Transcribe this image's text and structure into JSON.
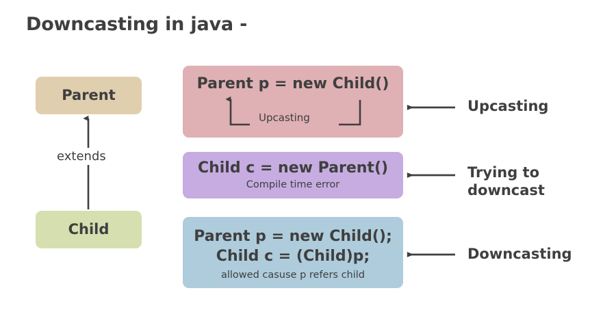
{
  "page": {
    "title": "Downcasting in java -",
    "background": "#ffffff",
    "text_color": "#3f3f3f"
  },
  "hierarchy": {
    "parent": {
      "label": "Parent",
      "color": "#dfcfae"
    },
    "child": {
      "label": "Child",
      "color": "#d6dfb0"
    },
    "relation_label": "extends",
    "arrow_direction": "child-to-parent"
  },
  "code_boxes": [
    {
      "id": "upcast",
      "color": "#dfb0b4",
      "code": "Parent p = new Child()",
      "note": "Upcasting",
      "note_style": "bracket-caption"
    },
    {
      "id": "trying",
      "color": "#c6ace0",
      "code": "Child c = new Parent()",
      "note": "Compile time error",
      "note_style": "subtext"
    },
    {
      "id": "downcast",
      "color": "#aeccdc",
      "code_line_1": "Parent p = new Child();",
      "code_line_2": "Child c = (Child)p;",
      "note": "allowed casuse p refers child",
      "note_style": "subtext"
    }
  ],
  "callouts": [
    {
      "id": "upcasting",
      "label": "Upcasting"
    },
    {
      "id": "trying",
      "label": "Trying to\ndowncast"
    },
    {
      "id": "downcasting",
      "label": "Downcasting"
    }
  ],
  "arrow_color": "#3f3f3f"
}
